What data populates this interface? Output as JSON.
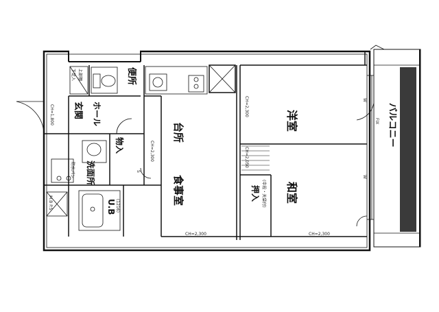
{
  "rooms": {
    "western": "洋室",
    "japanese": "和室",
    "kitchen": "台所",
    "dining": "食事室",
    "toilet": "便所",
    "entrance": "玄関",
    "hall": "ホール",
    "washroom": "洗面所",
    "storage": "物入",
    "closet": "押入",
    "closet_note": "(中段・天袋付)",
    "bath": "U.B",
    "bath_size": "(1216)",
    "balcony": "バルコニー",
    "geta_box": "下足入",
    "upper_cabinet": "上部棚",
    "washer_pan": "防水パン",
    "mps": "M.B P.S",
    "kitchen_sink_mark": "S",
    "fix": "FIX"
  },
  "dimensions": {
    "ch_entrance": "CH=1,800",
    "ch_western": "CH=2,300",
    "ch_kitchen": "CH=2,300",
    "ch_dining": "CH=2,300",
    "ch_japanese": "CH=2,300",
    "ch_closet": "CH=2,050"
  },
  "marks": {
    "window_w": "W",
    "window_w2": "W"
  },
  "colors": {
    "line": "#111111",
    "balcony_fill": "#3a3a3a",
    "background": "#ffffff"
  }
}
